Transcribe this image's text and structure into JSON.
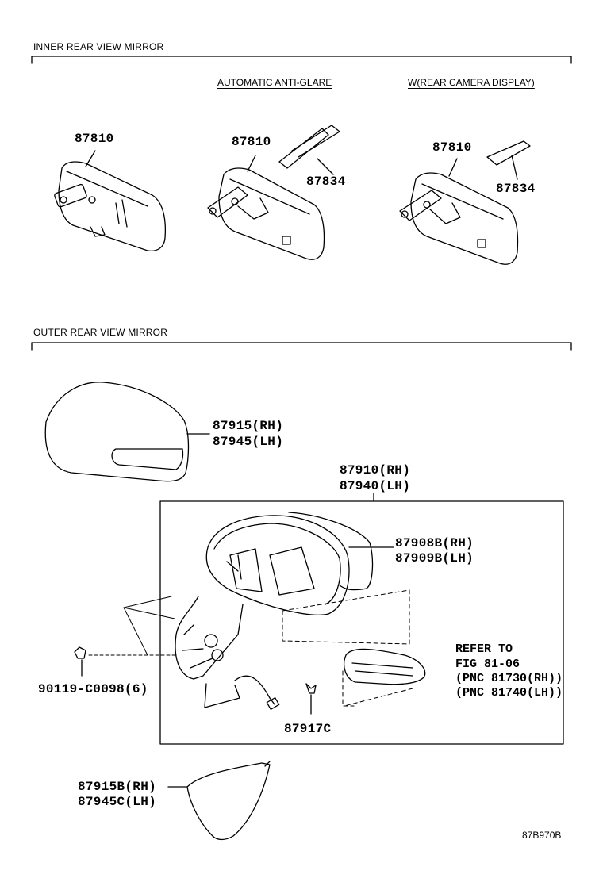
{
  "sections": {
    "inner": "INNER REAR VIEW MIRROR",
    "outer": "OUTER REAR VIEW MIRROR"
  },
  "subheads": {
    "auto_anti_glare": "AUTOMATIC ANTI-GLARE",
    "rear_camera": "W(REAR CAMERA DISPLAY)"
  },
  "parts": {
    "inner_mirror_1": "87810",
    "inner_mirror_2": "87810",
    "inner_mirror_3": "87810",
    "cover_2": "87834",
    "cover_3": "87834",
    "outer_cover_rh": "87915(RH)",
    "outer_cover_lh": "87945(LH)",
    "outer_assy_rh": "87910(RH)",
    "outer_assy_lh": "87940(LH)",
    "mirror_glass_rh": "87908B(RH)",
    "mirror_glass_lh": "87909B(LH)",
    "screw": "90119-C0098(6)",
    "lamp_screw": "87917C",
    "lower_cover_rh": "87915B(RH)",
    "lower_cover_lh": "87945C(LH)"
  },
  "refer": {
    "line1": "REFER TO",
    "line2": "FIG 81-06",
    "line3": "(PNC 81730(RH))",
    "line4": "(PNC 81740(LH))"
  },
  "figure_code": "87B970B"
}
